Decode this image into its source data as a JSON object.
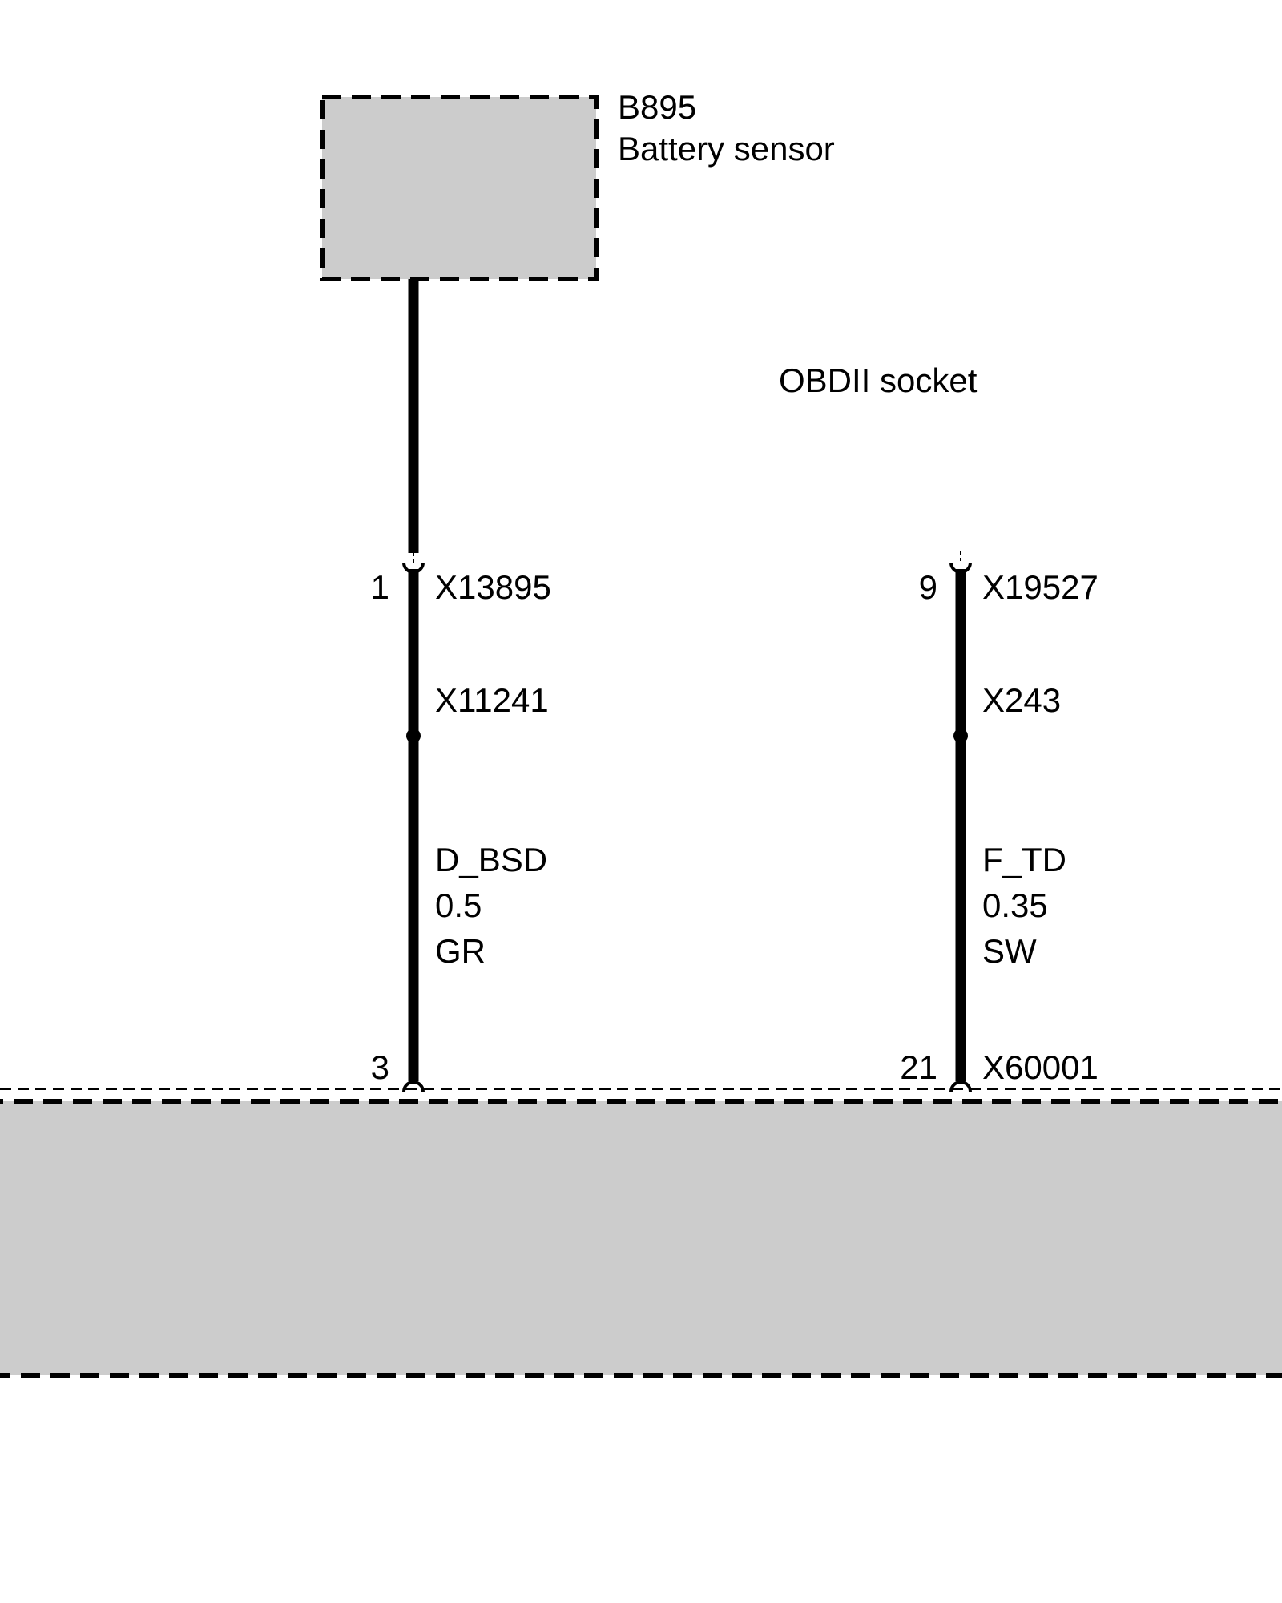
{
  "colors": {
    "wire": "#000000",
    "component_fill": "#cccccc",
    "background": "#ffffff"
  },
  "component_top": {
    "id": "B895",
    "name": "Battery sensor"
  },
  "obd_label": "OBDII socket",
  "wire_left": {
    "top_pin": "1",
    "top_connector": "X13895",
    "splice": "X11241",
    "signal": "D_BSD",
    "gauge": "0.5",
    "color_code": "GR",
    "bottom_pin": "3"
  },
  "wire_right": {
    "top_pin": "9",
    "top_connector": "X19527",
    "splice": "X243",
    "signal": "F_TD",
    "gauge": "0.35",
    "color_code": "SW",
    "bottom_pin": "21",
    "bottom_connector": "X60001"
  }
}
